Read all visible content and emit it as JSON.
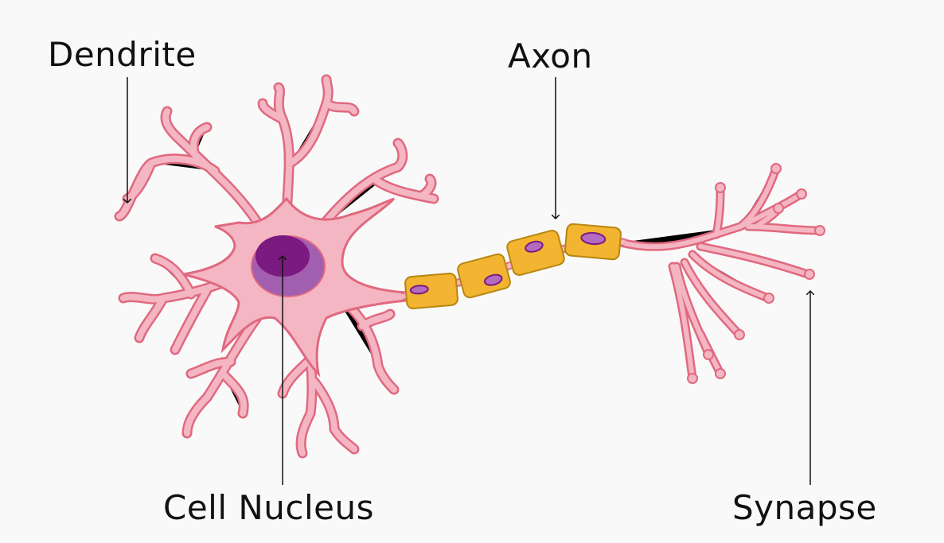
{
  "labels": {
    "dendrite": "Dendrite",
    "axon": "Axon",
    "cell_nucleus": "Cell Nucleus",
    "synapse": "Synapse"
  },
  "colors": {
    "background": "#f9f9f9",
    "cell_fill": "#f4b6c2",
    "cell_outline": "#e0697f",
    "nucleus_outer": "#a25fb0",
    "nucleus_inner": "#7b1a80",
    "myelin": "#f2b431",
    "myelin_outline": "#b7860f"
  }
}
